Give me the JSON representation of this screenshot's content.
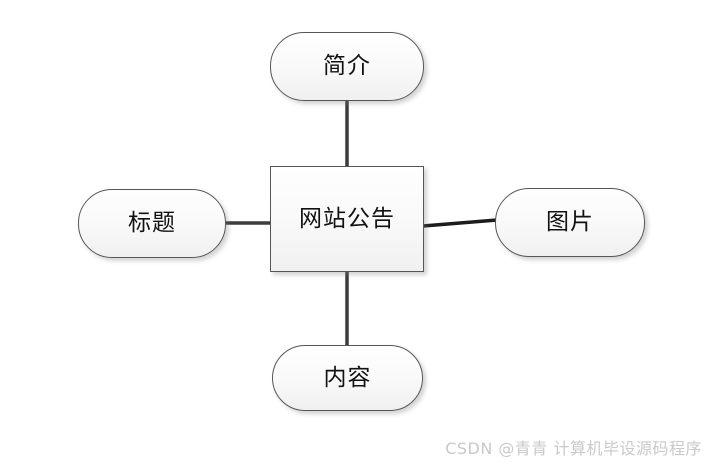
{
  "diagram": {
    "type": "star-topology-entity-diagram",
    "center": {
      "id": "center",
      "label": "网站公告",
      "shape": "rectangle"
    },
    "nodes": [
      {
        "id": "top",
        "label": "简介",
        "shape": "rounded-rectangle",
        "position": "top"
      },
      {
        "id": "right",
        "label": "图片",
        "shape": "rounded-rectangle",
        "position": "right"
      },
      {
        "id": "bottom",
        "label": "内容",
        "shape": "rounded-rectangle",
        "position": "bottom"
      },
      {
        "id": "left",
        "label": "标题",
        "shape": "rounded-rectangle",
        "position": "left"
      }
    ],
    "connectors": [
      {
        "from": "center",
        "to": "top"
      },
      {
        "from": "center",
        "to": "right"
      },
      {
        "from": "center",
        "to": "bottom"
      },
      {
        "from": "center",
        "to": "left"
      }
    ],
    "colors": {
      "background": "#ffffff",
      "node_border": "#565656",
      "node_fill_top": "#fefefe",
      "node_fill_bottom": "#f0f0f0",
      "connector": "#3c3c3c",
      "label_text": "#121212",
      "watermark_text": "#c9c9c9"
    }
  },
  "watermark": {
    "text": "CSDN @青青  计算机毕设源码程序"
  }
}
